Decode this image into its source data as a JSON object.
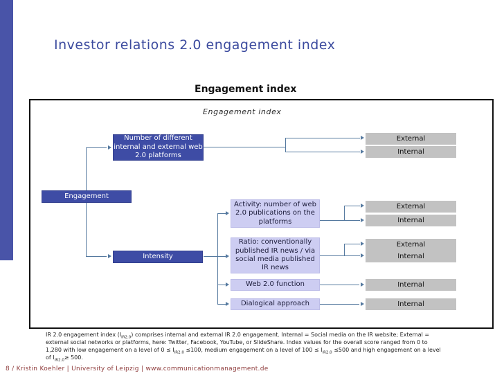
{
  "slide": {
    "title": "Investor relations 2.0 engagement index",
    "subtitle": "Engagement index",
    "footer": "8 / Kristin Koehler | University of Leipzig  | www.communicationmanagement.de"
  },
  "diagram": {
    "title": "Engagement index",
    "nodes": {
      "engagement": "Engagement",
      "platforms": "Number of different internal and external web 2.0 platforms",
      "intensity": "Intensity",
      "activity": "Activity: number of web 2.0 publications on the platforms",
      "ratio": "Ratio: conventionally published IR news / via social media published IR news",
      "web20": "Web 2.0 function",
      "dialogical": "Dialogical approach"
    },
    "targets": [
      "External",
      "Internal",
      "External",
      "Internal",
      "External",
      "Internal",
      "Internal",
      "Internal"
    ]
  },
  "footnote": {
    "lines": [
      [
        {
          "t": "IR 2.0 engagement index (I"
        },
        {
          "t": "IR2.0",
          "sub": true
        },
        {
          "t": ") comprises internal and external IR 2.0 engagement. Internal = Social media on the IR website; External ="
        }
      ],
      [
        {
          "t": "external social networks or platforms, here: Twitter, Facebook, YouTube, or SlideShare. Index values for the overall score ranged from 0 to"
        }
      ],
      [
        {
          "t": "1,280 with low engagement on a level of 0 ≤ I"
        },
        {
          "t": "IR2.0",
          "sub": true
        },
        {
          "t": " ≤100, medium engagement on a level of 100 ≤ I"
        },
        {
          "t": "IR2.0",
          "sub": true
        },
        {
          "t": " ≤500 and high engagement on a level"
        }
      ],
      [
        {
          "t": "of I"
        },
        {
          "t": "IR2.0",
          "sub": true
        },
        {
          "t": "≥ 500."
        }
      ]
    ]
  },
  "colors": {
    "accent_blue": "#3E4CA5",
    "lavender": "#CDCDF2",
    "gray": "#C2C2C2",
    "connector": "#55799F",
    "title_blue": "#3B4A9E",
    "footer_red": "#8E3B3B",
    "sidebar_blue": "#4954A8",
    "square_red": "#A02C2C"
  }
}
